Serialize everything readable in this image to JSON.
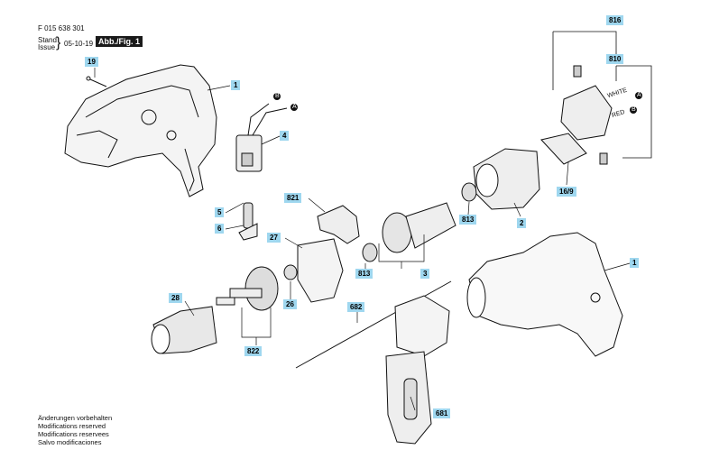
{
  "header": {
    "part_number": "F 015 638 301",
    "stand_label": "Stand",
    "issue_label": "Issue",
    "date": "05-10-19",
    "figure": "Abb./Fig. 1"
  },
  "labels": {
    "p1a": "1",
    "p1b": "1",
    "p4": "4",
    "p5": "5",
    "p6": "6",
    "p19": "19",
    "p821": "821",
    "p27": "27",
    "p28": "28",
    "p26": "26",
    "p822": "822",
    "p813a": "813",
    "p813b": "813",
    "p3": "3",
    "p2": "2",
    "p816": "816",
    "p810": "810",
    "p169": "16/9",
    "p682": "682",
    "p681": "681"
  },
  "wires": {
    "a1": "A",
    "b1": "B",
    "a2": "A",
    "b2": "B",
    "white": "WHITE",
    "red": "RED"
  },
  "footer": [
    "Änderungen vorbehalten",
    "Modifications reserved",
    "Modifications reservees",
    "Salvo modificaciones"
  ]
}
